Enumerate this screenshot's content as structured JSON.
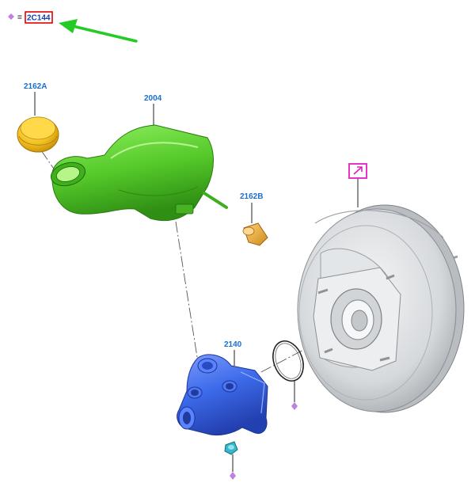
{
  "legend": {
    "equals": "=",
    "code": "2C144"
  },
  "callouts": {
    "cap": "2162A",
    "reservoir": "2004",
    "connector": "2162B",
    "master_cylinder": "2140"
  },
  "icons": {
    "legend_marker": "diamond-marker-icon",
    "booster_marker": "external-part-icon",
    "arrow": "pointer-arrow-icon"
  },
  "colors": {
    "callout_text": "#1a6fd1",
    "legend_box": "#e00000",
    "arrow": "#22cc22",
    "marker": "#c080e0",
    "booster_box": "#e020c0",
    "reservoir": "#5fd030",
    "cap": "#f2c020",
    "master_cylinder": "#3d6bea",
    "booster": "#d8dcdf"
  }
}
